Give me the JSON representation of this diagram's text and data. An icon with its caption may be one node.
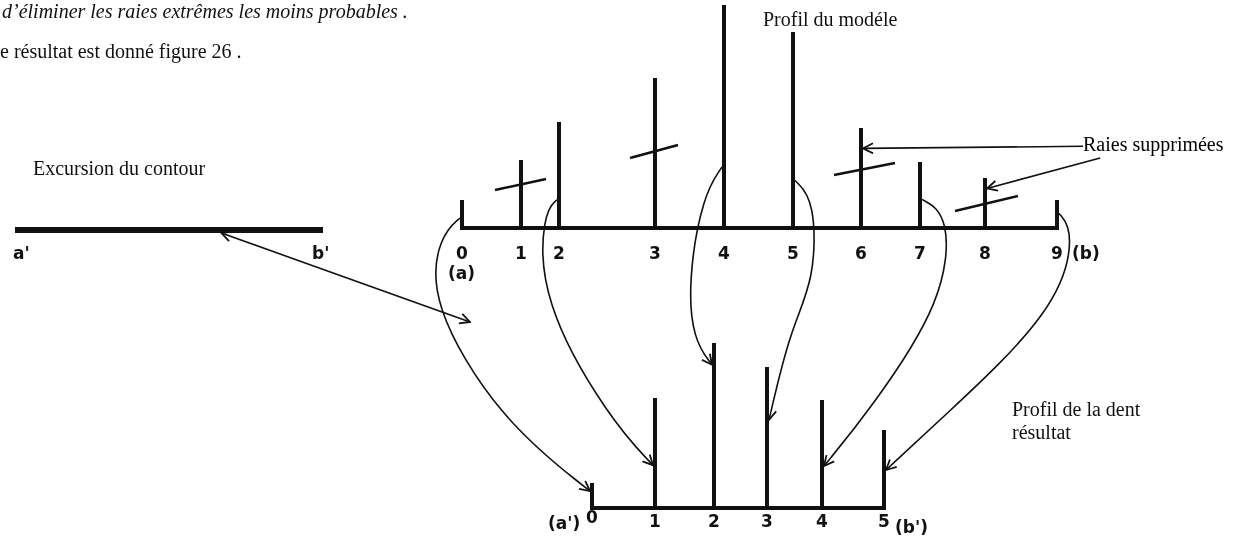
{
  "diagram": {
    "nodes": [
      {
        "text": [
          "Raies supprimées"
        ]
      },
      {
        "text": [],
        "shape": "bar"
      },
      {
        "text": [],
        "shape": "bar"
      },
      {
        "text": [],
        "shape": "bar"
      },
      {
        "text": [],
        "shape": "bar"
      },
      {
        "text": [],
        "shape": "bar"
      },
      {
        "text": [],
        "shape": "bar"
      },
      {
        "text": [],
        "shape": "bar"
      },
      {
        "text": [],
        "shape": "bar"
      },
      {
        "text": [],
        "shape": "bar"
      },
      {
        "text": [],
        "shape": "bar"
      },
      {
        "text": [],
        "shape": "bar"
      },
      {
        "text": [],
        "shape": "bar"
      },
      {
        "text": [],
        "shape": "bar"
      },
      {
        "text": [],
        "shape": "bar"
      },
      {
        "text": [],
        "shape": "bar"
      },
      {
        "text": [],
        "shape": "bar"
      },
      {
        "text": [],
        "shape": "bar"
      }
    ],
    "edges": [
      {
        "from": 0,
        "to": 7,
        "arrow": "to"
      },
      {
        "from": 0,
        "to": 9,
        "arrow": "to"
      },
      {
        "from": 1,
        "to": 11,
        "arrow": "to"
      },
      {
        "from": 3,
        "to": 12,
        "arrow": "to"
      },
      {
        "from": 5,
        "to": 13,
        "arrow": "to"
      },
      {
        "from": 6,
        "to": 14,
        "arrow": "to"
      },
      {
        "from": 8,
        "to": 15,
        "arrow": "to"
      },
      {
        "from": 10,
        "to": 16,
        "arrow": "to"
      },
      {
        "from": 17,
        "to": null,
        "arrow": "both"
      }
    ],
    "labels": [
      "d’éliminer les raies extrêmes les moins probables .",
      "e résultat est donné  figure 26 .",
      "Profil du modéle",
      "Excursion du contour",
      "a'",
      "b'",
      "0",
      "1",
      "2",
      "3",
      "4",
      "5",
      "6",
      "7",
      "8",
      "9",
      "(a)",
      "(b)",
      "Profil de la dent résultat",
      "(a')",
      "0",
      "1",
      "2",
      "3",
      "4",
      "5",
      "(b')"
    ]
  }
}
